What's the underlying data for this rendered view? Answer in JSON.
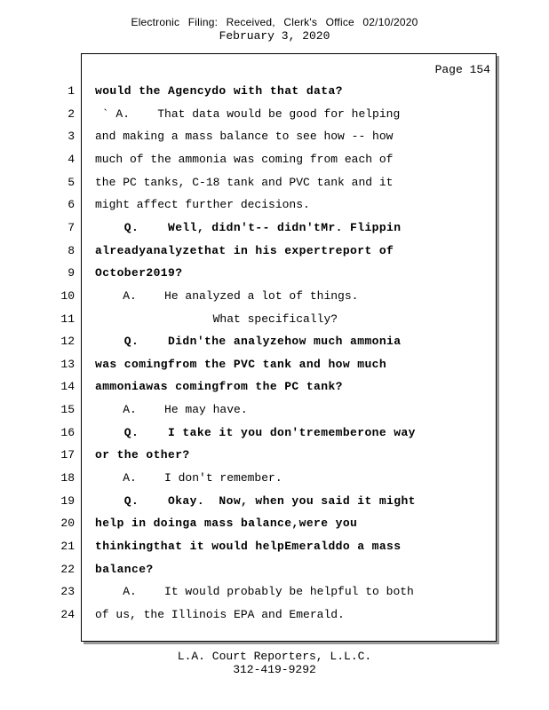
{
  "header": {
    "filing_stamp": "Electronic Filing: Received, Clerk's Office 02/10/2020",
    "date": "February 3, 2020"
  },
  "page_label": "Page 154",
  "lines": [
    {
      "num": "1",
      "text": "would the Agencydo with that data?"
    },
    {
      "num": "2",
      "text": " ` A.    That data would be good for helping"
    },
    {
      "num": "3",
      "text": "and making a mass balance to see how -- how"
    },
    {
      "num": "4",
      "text": "much of the ammonia was coming from each of"
    },
    {
      "num": "5",
      "text": "the PC tanks, C-18 tank and PVC tank and it"
    },
    {
      "num": "6",
      "text": "might affect further decisions."
    },
    {
      "num": "7",
      "text": "    Q.    Well, didn't-- didn'tMr. Flippin"
    },
    {
      "num": "8",
      "text": "alreadyanalyzethat in his expertreport of"
    },
    {
      "num": "9",
      "text": "October2019?"
    },
    {
      "num": "10",
      "text": "    A.    He analyzed a lot of things."
    },
    {
      "num": "11",
      "text": "                 What specifically?"
    },
    {
      "num": "12",
      "text": "    Q.    Didn'the analyzehow much ammonia"
    },
    {
      "num": "13",
      "text": "was comingfrom the PVC tank and how much"
    },
    {
      "num": "14",
      "text": "ammoniawas comingfrom the PC tank?"
    },
    {
      "num": "15",
      "text": "    A.    He may have."
    },
    {
      "num": "16",
      "text": "    Q.    I take it you don'trememberone way"
    },
    {
      "num": "17",
      "text": "or the other?"
    },
    {
      "num": "18",
      "text": "    A.    I don't remember."
    },
    {
      "num": "19",
      "text": "    Q.    Okay.  Now, when you said it might"
    },
    {
      "num": "20",
      "text": "help in doinga mass balance,were you"
    },
    {
      "num": "21",
      "text": "thinkingthat it would helpEmeralddo a mass"
    },
    {
      "num": "22",
      "text": "balance?"
    },
    {
      "num": "23",
      "text": "    A.    It would probably be helpful to both"
    },
    {
      "num": "24",
      "text": "of us, the Illinois EPA and Emerald."
    }
  ],
  "footer": {
    "company": "L.A. Court Reporters, L.L.C.",
    "phone": "312-419-9292"
  }
}
